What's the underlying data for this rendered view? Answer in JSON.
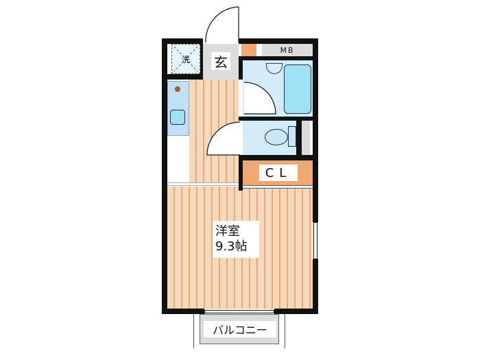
{
  "floorplan": {
    "rooms": {
      "entrance": "玄",
      "laundry": "洗",
      "meter_box": "MB",
      "closet": "CL",
      "western_room": "洋室",
      "western_room_size": "9.3帖",
      "balcony": "バルコニー"
    },
    "colors": {
      "wall": "#111111",
      "floor": "#f5d9bd",
      "floor_stripe": "#f0a872",
      "wet_area": "#d4ecfa",
      "fixture": "#9fe0f5",
      "closet": "#f0a872",
      "entry": "#dcdcdc"
    }
  }
}
